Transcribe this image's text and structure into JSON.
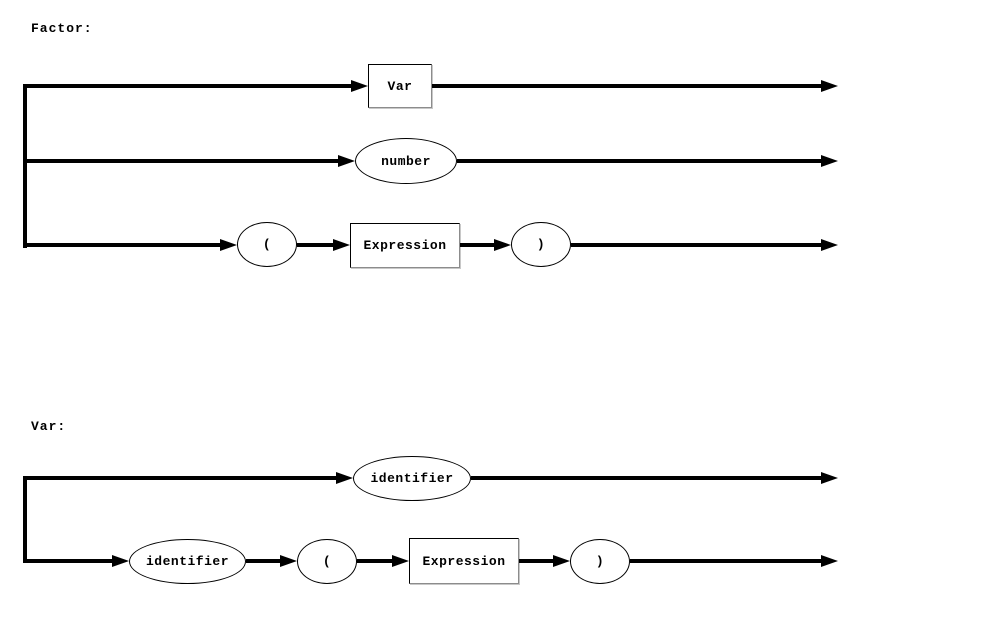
{
  "diagram": {
    "colors": {
      "line": "#000000",
      "node_border": "#000000",
      "node_fill": "#ffffff",
      "box_shadow_right_bottom": "#8c8c8c",
      "background": "#ffffff",
      "text": "#000000"
    },
    "sections": [
      {
        "label": "Factor:",
        "rows": [
          {
            "nodes": [
              {
                "type": "box",
                "text": "Var"
              }
            ]
          },
          {
            "nodes": [
              {
                "type": "ellipse",
                "text": "number"
              }
            ]
          },
          {
            "nodes": [
              {
                "type": "ellipse",
                "text": "("
              },
              {
                "type": "box",
                "text": "Expression"
              },
              {
                "type": "ellipse",
                "text": ")"
              }
            ]
          }
        ]
      },
      {
        "label": "Var:",
        "rows": [
          {
            "nodes": [
              {
                "type": "ellipse",
                "text": "identifier"
              }
            ]
          },
          {
            "nodes": [
              {
                "type": "ellipse",
                "text": "identifier"
              },
              {
                "type": "ellipse",
                "text": "("
              },
              {
                "type": "box",
                "text": "Expression"
              },
              {
                "type": "ellipse",
                "text": ")"
              }
            ]
          }
        ]
      }
    ]
  }
}
